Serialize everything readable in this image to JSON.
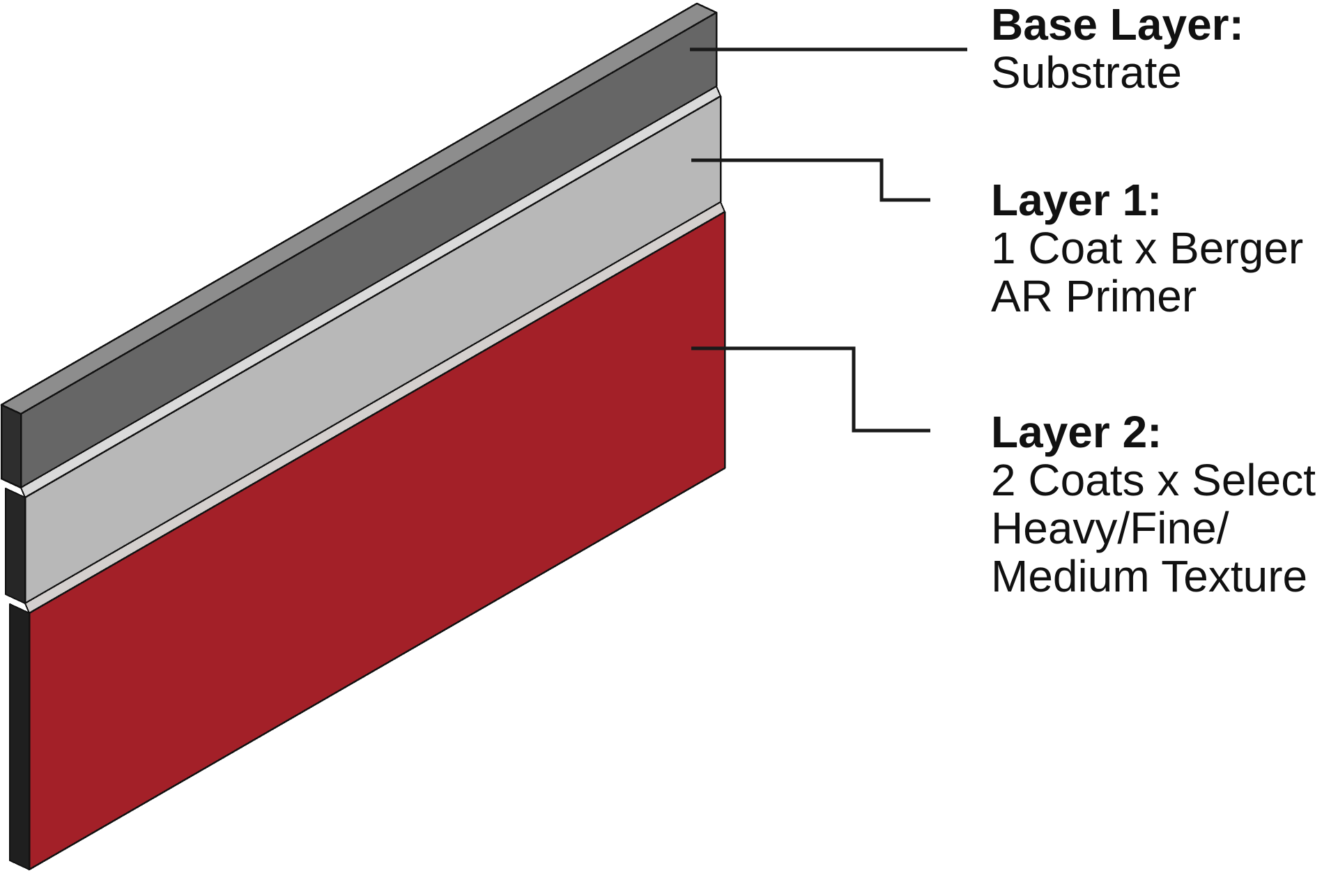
{
  "diagram": {
    "background": "#ffffff",
    "outline_color": "#111111",
    "leader_color": "#1a1a1a",
    "text_color": "#111111",
    "layers": [
      {
        "name": "substrate",
        "label": {
          "title": "Base Layer:",
          "lines": [
            "Substrate"
          ]
        },
        "colors": {
          "front": "#666666",
          "top": "#8d8d8d",
          "edge": "#2e2e2e"
        }
      },
      {
        "name": "primer",
        "label": {
          "title": "Layer 1:",
          "lines": [
            "1 Coat x Berger",
            "AR Primer"
          ]
        },
        "colors": {
          "front": "#b8b8b8",
          "top": "#dadada",
          "edge": "#262626"
        }
      },
      {
        "name": "texture-coat",
        "label": {
          "title": "Layer 2:",
          "lines": [
            "2 Coats x Select",
            "Heavy/Fine/",
            "Medium Texture"
          ]
        },
        "colors": {
          "front": "#a32028",
          "top": "#d4d0ce",
          "edge": "#1f1f1f"
        }
      }
    ]
  }
}
